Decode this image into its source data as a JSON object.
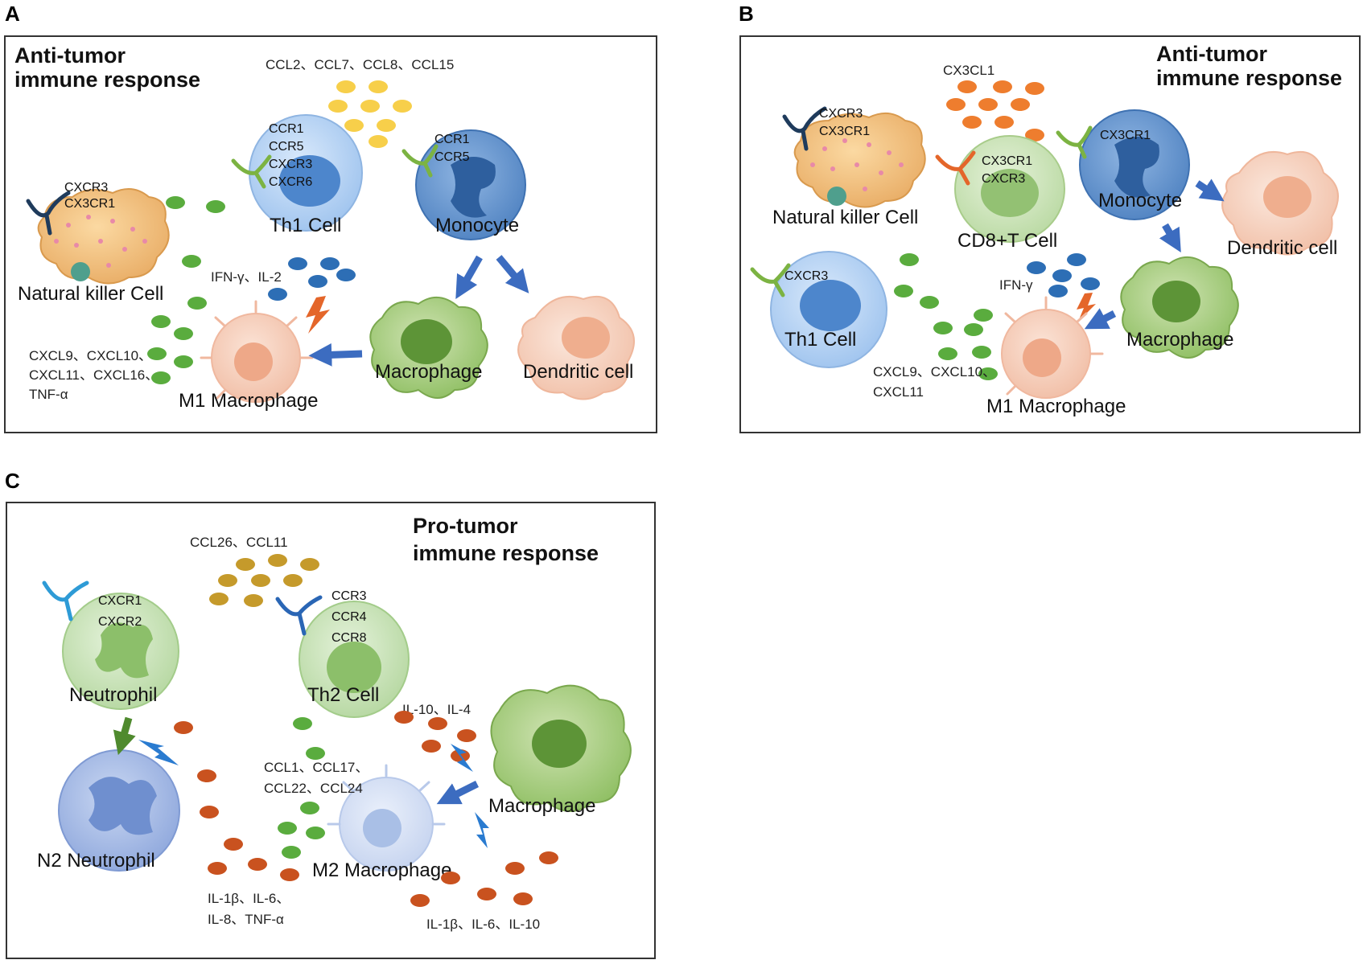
{
  "panels": {
    "a": {
      "letter": "A",
      "title_line1": "Anti-tumor",
      "title_line2": "immune response",
      "chemokines_top": "CCL2、CCL7、CCL8、CCL15",
      "th1_receptors": [
        "CCR1",
        "CCR5",
        "CXCR3",
        "CXCR6"
      ],
      "monocyte_receptors": [
        "CCR1",
        "CCR5"
      ],
      "nk_receptors": [
        "CXCR3",
        "CX3CR1"
      ],
      "cytokines_mid": "IFN-γ、IL-2",
      "chemokines_bottom": [
        "CXCL9、CXCL10、",
        "CXCL11、CXCL16、",
        "TNF-α"
      ],
      "cells": {
        "th1": "Th1 Cell",
        "monocyte": "Monocyte",
        "nk": "Natural killer Cell",
        "macrophage": "Macrophage",
        "dendritic": "Dendritic cell",
        "m1": "M1 Macrophage"
      }
    },
    "b": {
      "letter": "B",
      "title_line1": "Anti-tumor",
      "title_line2": "immune response",
      "chemokine_top": "CX3CL1",
      "nk_receptors": [
        "CXCR3",
        "CX3CR1"
      ],
      "cd8_receptors": [
        "CX3CR1",
        "CXCR3"
      ],
      "monocyte_receptor": "CX3CR1",
      "th1_receptor": "CXCR3",
      "cytokine_mid": "IFN-γ",
      "chemokines_bottom": [
        "CXCL9、CXCL10、",
        "CXCL11"
      ],
      "cells": {
        "nk": "Natural killer Cell",
        "cd8": "CD8+T Cell",
        "monocyte": "Monocyte",
        "dendritic": "Dendritic cell",
        "th1": "Th1 Cell",
        "macrophage": "Macrophage",
        "m1": "M1 Macrophage"
      }
    },
    "c": {
      "letter": "C",
      "title_line1": "Pro-tumor",
      "title_line2": "immune response",
      "chemokines_top": "CCL26、CCL11",
      "neutrophil_receptors": [
        "CXCR1",
        "CXCR2"
      ],
      "th2_receptors": [
        "CCR3",
        "CCR4",
        "CCR8"
      ],
      "cytokines_th2": "IL-10、IL-4",
      "chemokines_mid": [
        "CCL1、CCL17、",
        "CCL22、CCL24"
      ],
      "cytokines_left": [
        "IL-1β、IL-6、",
        "IL-8、TNF-α"
      ],
      "cytokines_right": "IL-1β、IL-6、IL-10",
      "cells": {
        "neutrophil": "Neutrophil",
        "n2": "N2 Neutrophil",
        "th2": "Th2 Cell",
        "macrophage": "Macrophage",
        "m2": "M2 Macrophage"
      }
    }
  },
  "colors": {
    "green_dot": "#5aac3e",
    "blue_dot": "#2d6eb5",
    "yellow_dot": "#f7cf4a",
    "orange_dot": "#ee7d2e",
    "gold_dot": "#c59a2b",
    "rust_dot": "#c9521f",
    "arrow_blue": "#3c6cc0",
    "arrow_green": "#4f8a2e",
    "bolt_orange": "#e4662a",
    "bolt_blue": "#2a7bd0"
  }
}
